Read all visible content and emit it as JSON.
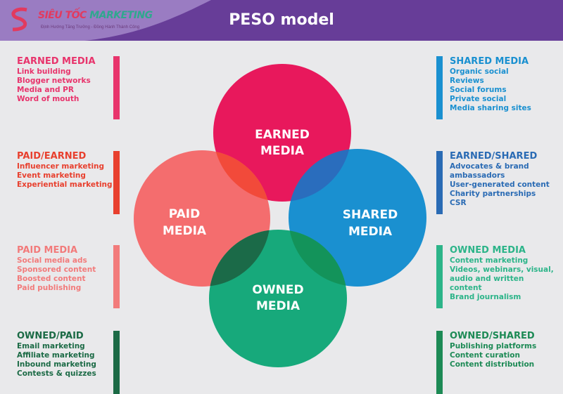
{
  "header": {
    "title": "PESO model",
    "logo_text_1": "SIÊU TỐC",
    "logo_text_2": "MARKETING",
    "logo_tagline": "Định Hướng Tăng Trưởng - Đồng Hành Thành Công"
  },
  "circles": {
    "earned": {
      "line1": "EARNED",
      "line2": "MEDIA",
      "color": "#e8185c"
    },
    "paid": {
      "line1": "PAID",
      "line2": "MEDIA",
      "color": "#f46d6e"
    },
    "shared": {
      "line1": "SHARED",
      "line2": "MEDIA",
      "color": "#1a90d0"
    },
    "owned": {
      "line1": "OWNED",
      "line2": "MEDIA",
      "color": "#17a97b"
    }
  },
  "left": [
    {
      "title": "EARNED MEDIA",
      "color": "#e8346c",
      "items": [
        "Link building",
        "Blogger networks",
        "Media and PR",
        "Word of mouth"
      ]
    },
    {
      "title": "PAID/EARNED",
      "color": "#e8402e",
      "items": [
        "Influencer marketing",
        "Event marketing",
        "Experiential marketing"
      ]
    },
    {
      "title": "PAID MEDIA",
      "color": "#f27b7b",
      "items": [
        "Social media ads",
        "Sponsored content",
        "Boosted content",
        "Paid publishing"
      ]
    },
    {
      "title": "OWNED/PAID",
      "color": "#1b6a45",
      "items": [
        "Email marketing",
        "Affiliate marketing",
        "Inbound marketing",
        "Contests & quizzes"
      ]
    }
  ],
  "right": [
    {
      "title": "SHARED MEDIA",
      "color": "#1a90d0",
      "items": [
        "Organic social",
        "Reviews",
        "Social forums",
        "Private social",
        "Media sharing sites"
      ]
    },
    {
      "title": "EARNED/SHARED",
      "color": "#2a6bb4",
      "items": [
        "Advocates & brand",
        "ambassadors",
        "User-generated content",
        "Charity partnerships",
        "CSR"
      ]
    },
    {
      "title": "OWNED MEDIA",
      "color": "#2cb489",
      "items": [
        "Content marketing",
        "Videos, webinars, visual,",
        "audio and written content",
        "Brand journalism"
      ]
    },
    {
      "title": "OWNED/SHARED",
      "color": "#1d8a55",
      "items": [
        "Publishing platforms",
        "Content curation",
        "Content distribution"
      ]
    }
  ]
}
